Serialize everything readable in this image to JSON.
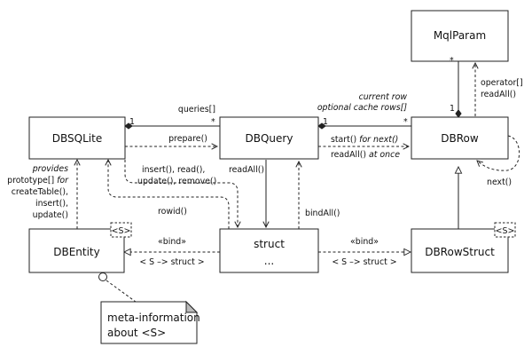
{
  "classes": {
    "mqlparam": "MqlParam",
    "dbsqlite": "DBSQLite",
    "dbquery": "DBQuery",
    "dbrow": "DBRow",
    "dbentity": "DBEntity",
    "struct": "struct",
    "struct_dots": "...",
    "dbrowstruct": "DBRowStruct",
    "template_param": "<S>"
  },
  "labels": {
    "queries": "queries[]",
    "prepare": "prepare()",
    "one_a": "1",
    "star_a": "*",
    "one_b": "1",
    "star_b": "*",
    "one_c": "1",
    "star_c": "*",
    "current_row": "current row",
    "optional_cache": "optional cache rows[]",
    "start_prefix": "start() ",
    "for_next": "for next()",
    "readall_prefix": "readAll() ",
    "at_once": "at once",
    "operator": "operator[]",
    "readall_right": "readAll()",
    "next": "next()",
    "insert_read": "insert(), read(),",
    "update_remove": "update(), remove()",
    "readall_mid": "readAll()",
    "rowid": "rowid()",
    "bindall": "bindAll()",
    "provides": "provides",
    "prototype_prefix": "prototype[] ",
    "prototype_for": "for",
    "createtable": "createTable(),",
    "insert": "insert(),",
    "update": "update()",
    "bind_left": "«bind»",
    "bind_left_sub": "< S –> struct >",
    "bind_right": "«bind»",
    "bind_right_sub": "< S –> struct >"
  },
  "note": {
    "line1": "meta-information",
    "line2": "about <S>"
  }
}
